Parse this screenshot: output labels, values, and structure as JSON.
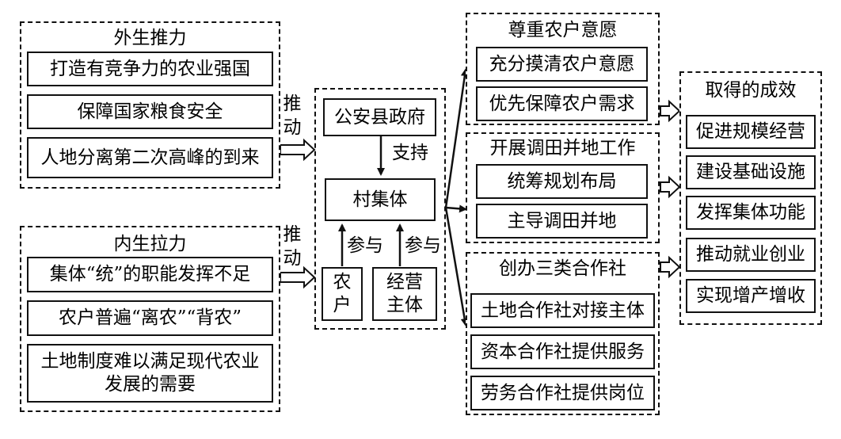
{
  "external": {
    "title": "外生推力",
    "items": [
      "打造有竞争力的农业强国",
      "保障国家粮食安全",
      "人地分离第二次高峰的到来"
    ]
  },
  "internal": {
    "title": "内生拉力",
    "items": [
      "集体“统”的职能发挥不足",
      "农户普遍“离农”“背农”",
      "土地制度难以满足现代农业",
      "发展的需要"
    ]
  },
  "push_label": [
    "推",
    "动"
  ],
  "center": {
    "government": "公安县政府",
    "support_label": "支持",
    "collective": "村集体",
    "participate_label": "参与",
    "farmer": [
      "农",
      "户"
    ],
    "operator": [
      "经营",
      "主体"
    ]
  },
  "respect": {
    "title": "尊重农户意愿",
    "items": [
      "充分摸清农户意愿",
      "优先保障农户需求"
    ]
  },
  "consolidation": {
    "title": "开展调田并地工作",
    "items": [
      "统筹规划布局",
      "主导调田并地"
    ]
  },
  "cooperatives": {
    "title": "创办三类合作社",
    "items": [
      "土地合作社对接主体",
      "资本合作社提供服务",
      "劳务合作社提供岗位"
    ]
  },
  "results": {
    "title": "取得的成效",
    "items": [
      "促进规模经营",
      "建设基础设施",
      "发挥集体功能",
      "推动就业创业",
      "实现增产增收"
    ]
  }
}
